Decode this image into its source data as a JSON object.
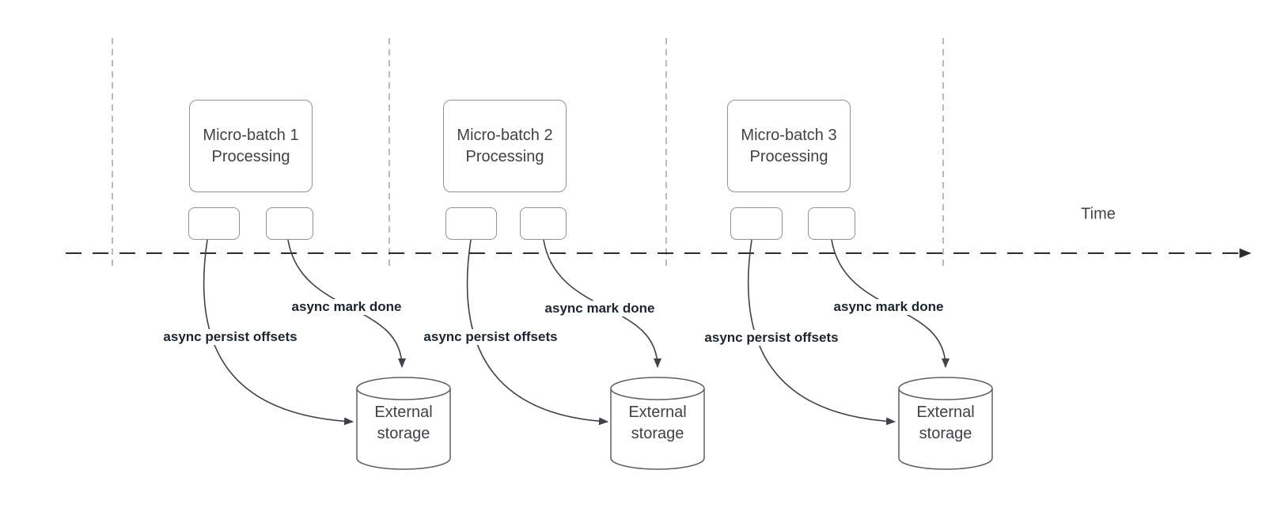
{
  "diagram": {
    "time_label": "Time",
    "groups": [
      {
        "title_line1": "Micro-batch 1",
        "title_line2": "Processing",
        "persist_label": "async persist offsets",
        "mark_done_label": "async mark done",
        "storage_line1": "External",
        "storage_line2": "storage"
      },
      {
        "title_line1": "Micro-batch 2",
        "title_line2": "Processing",
        "persist_label": "async persist offsets",
        "mark_done_label": "async mark done",
        "storage_line1": "External",
        "storage_line2": "storage"
      },
      {
        "title_line1": "Micro-batch 3",
        "title_line2": "Processing",
        "persist_label": "async persist offsets",
        "mark_done_label": "async mark done",
        "storage_line1": "External",
        "storage_line2": "storage"
      }
    ]
  },
  "colors": {
    "background": "#ffffff",
    "box_border": "#8e9299",
    "text": "#3f4246",
    "label_text": "#1b2430",
    "connector": "#3e4349",
    "axis": "#2b2b2b",
    "gridline": "#a8a8a8",
    "cylinder_border": "#596066"
  }
}
